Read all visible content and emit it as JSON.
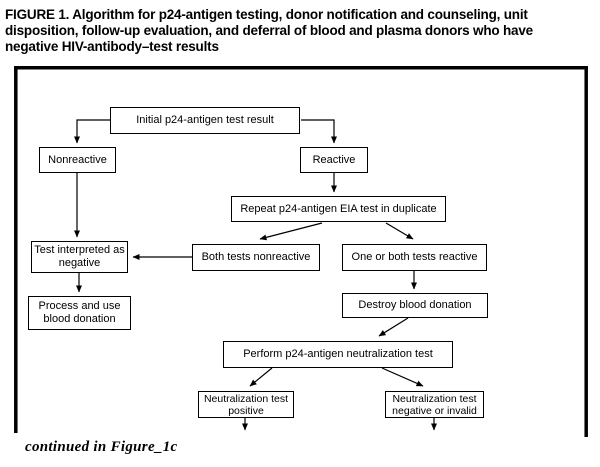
{
  "figure": {
    "title_lines": [
      "FIGURE 1. Algorithm for p24-antigen testing, donor notification and counseling, unit",
      "disposition, follow-up evaluation, and deferral of blood and plasma donors who have",
      "negative HIV-antibody–test results"
    ],
    "footer_note": "continued in Figure_1c"
  },
  "flowchart": {
    "nodes": {
      "initial": {
        "label": "Initial p24-antigen test result"
      },
      "nonreactive": {
        "label": "Nonreactive"
      },
      "reactive": {
        "label": "Reactive"
      },
      "repeat_eia": {
        "label": "Repeat p24-antigen EIA test in duplicate"
      },
      "both_nonreactive": {
        "label": "Both tests nonreactive"
      },
      "one_or_both_reactive": {
        "label": "One or both tests reactive"
      },
      "interpreted_negative": {
        "label": "Test interpreted as negative"
      },
      "process_use": {
        "label": "Process and use blood donation"
      },
      "destroy_donation": {
        "label": "Destroy blood donation"
      },
      "perform_neutralization": {
        "label": "Perform p24-antigen neutralization test"
      },
      "neutralization_positive": {
        "label": "Neutralization test positive"
      },
      "neutralization_negative": {
        "label": "Neutralization test negative or invalid"
      }
    },
    "colors": {
      "ink": "#000000",
      "background": "#ffffff"
    }
  }
}
